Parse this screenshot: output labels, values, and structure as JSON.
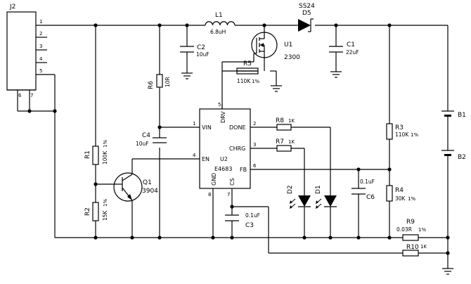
{
  "components": {
    "j2": {
      "ref": "J2",
      "pins": [
        "1",
        "2",
        "3",
        "4",
        "5",
        "6",
        "7"
      ]
    },
    "l1": {
      "ref": "L1",
      "value": "6.8uH"
    },
    "d5": {
      "ref": "D5",
      "part": "SS24"
    },
    "u1": {
      "ref": "U1",
      "part": "2300"
    },
    "c1": {
      "ref": "C1",
      "value": "22uF"
    },
    "c2": {
      "ref": "C2",
      "value": "10uF"
    },
    "r5": {
      "ref": "R5",
      "value": "110K",
      "tol": "1%"
    },
    "r6": {
      "ref": "R6",
      "value": "10R"
    },
    "c4": {
      "ref": "C4",
      "value": "10uF"
    },
    "r1": {
      "ref": "R1",
      "value": "100K",
      "tol": "1%"
    },
    "r2": {
      "ref": "R2",
      "value": "15K",
      "tol": "1%"
    },
    "q1": {
      "ref": "Q1",
      "part": "3904"
    },
    "u2": {
      "ref": "U2",
      "part": "E4683",
      "pins": {
        "vin": "VIN",
        "en": "EN",
        "gnd": "GND",
        "cs": "CS",
        "drv": "DRV",
        "done": "DONE",
        "chrg": "CHRG",
        "fb": "FB"
      },
      "pin_nums": {
        "vin": "1",
        "en": "4",
        "gnd": "8",
        "cs": "7",
        "drv": "5",
        "done": "2",
        "chrg": "3",
        "fb": "6"
      }
    },
    "r8": {
      "ref": "R8",
      "value": "1K"
    },
    "r7": {
      "ref": "R7",
      "value": "1K"
    },
    "d2": {
      "ref": "D2"
    },
    "d1": {
      "ref": "D1"
    },
    "c3": {
      "ref": "C3",
      "value": "0.1uF"
    },
    "c6": {
      "ref": "C6",
      "value": "0.1uF"
    },
    "r3": {
      "ref": "R3",
      "value": "110K",
      "tol": "1%"
    },
    "r4": {
      "ref": "R4",
      "value": "30K",
      "tol": "1%"
    },
    "r9": {
      "ref": "R9",
      "value": "0.03R",
      "tol": "1%"
    },
    "r10": {
      "ref": "R10",
      "value": "1K"
    },
    "b1": {
      "ref": "B1"
    },
    "b2": {
      "ref": "B2"
    }
  }
}
